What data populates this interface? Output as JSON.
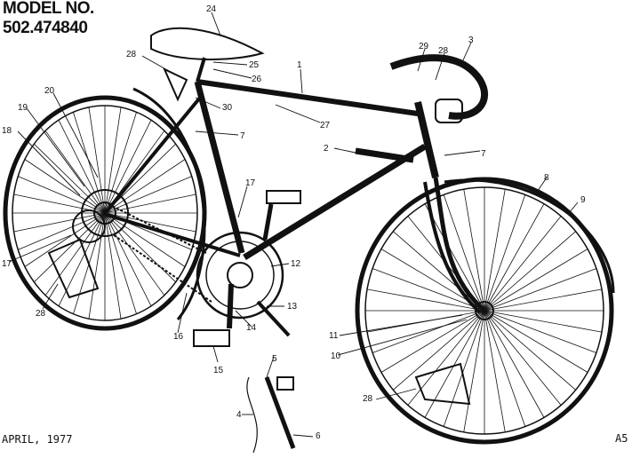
{
  "header": {
    "line1": "MODEL NO.",
    "line2": "502.474840"
  },
  "footer": {
    "date": "APRIL, 1977",
    "sheet": "A5"
  },
  "callouts": [
    "24",
    "28",
    "25",
    "26",
    "1",
    "29",
    "28",
    "3",
    "20",
    "19",
    "18",
    "30",
    "27",
    "7",
    "2",
    "7",
    "8",
    "17",
    "9",
    "17",
    "12",
    "13",
    "28",
    "16",
    "14",
    "11",
    "10",
    "15",
    "5",
    "4",
    "6",
    "28"
  ]
}
